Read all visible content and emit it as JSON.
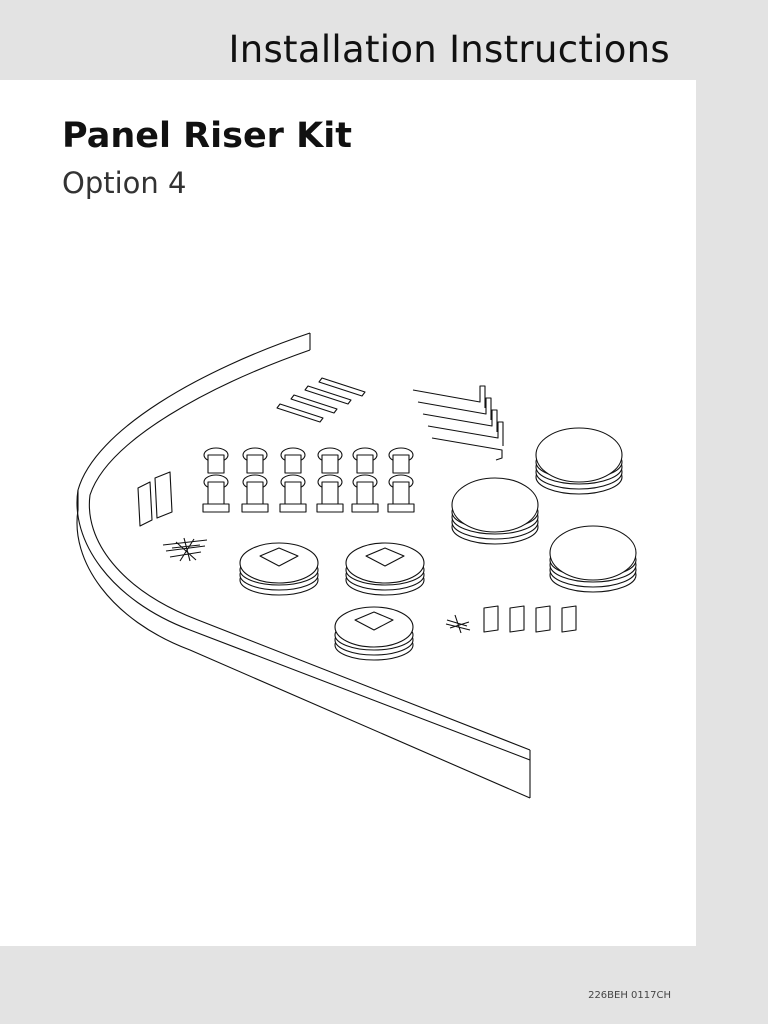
{
  "header": {
    "title": "Installation Instructions"
  },
  "document": {
    "title": "Panel Riser Kit",
    "subtitle": "Option 4",
    "code": "226BEH 0117CH"
  }
}
